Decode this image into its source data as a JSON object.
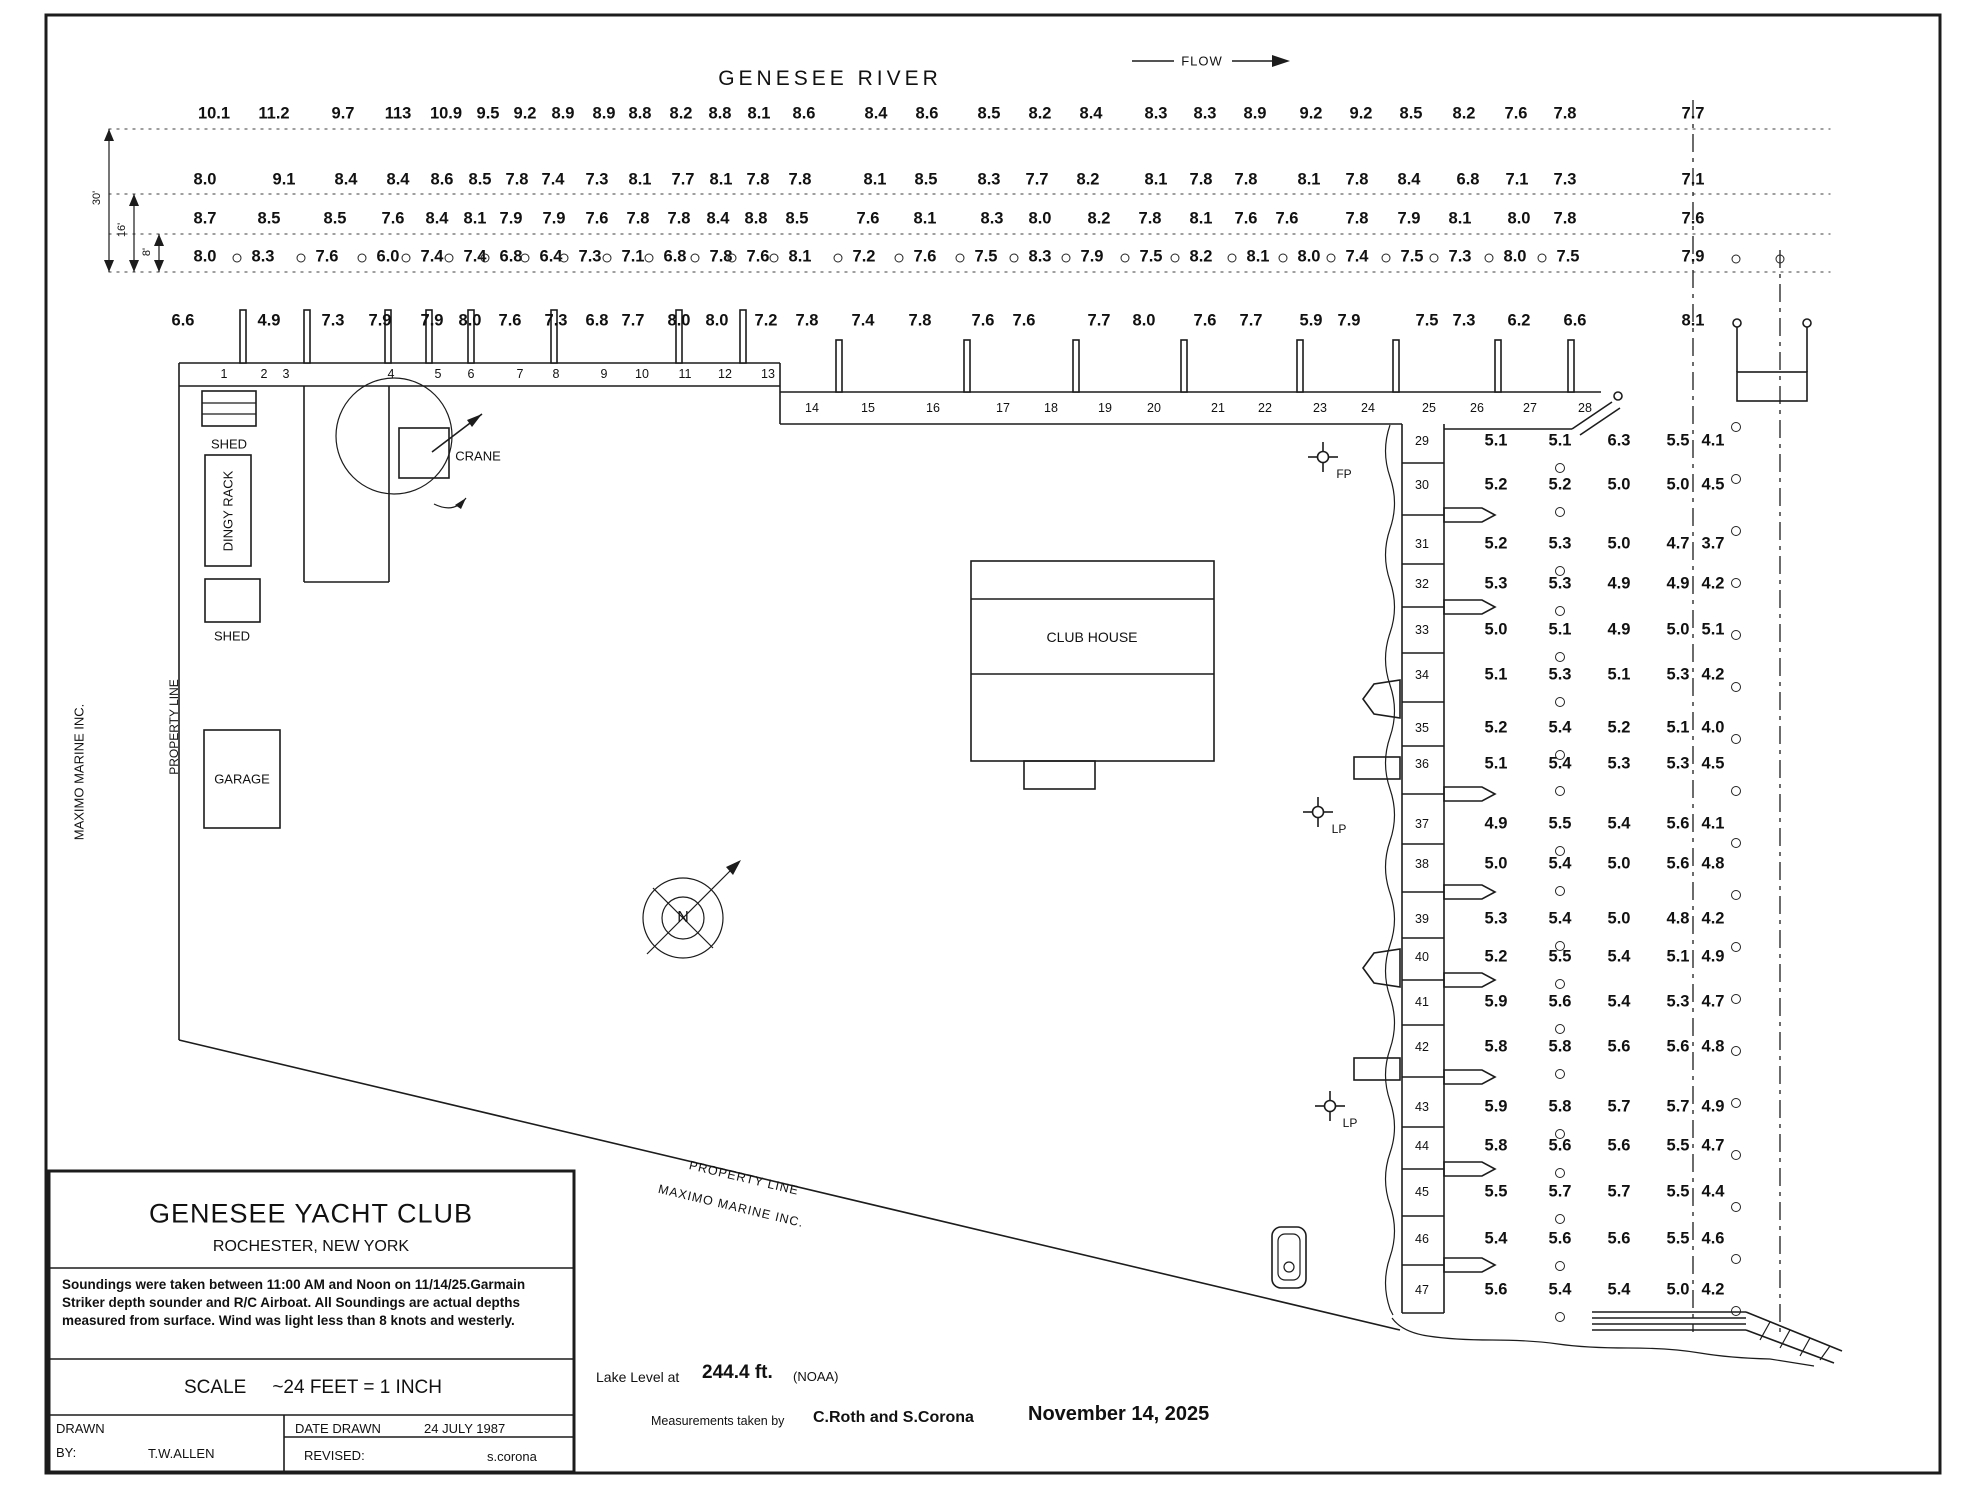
{
  "header": {
    "title": "GENESEE  RIVER",
    "flow": "FLOW"
  },
  "river_soundings": {
    "rows": [
      {
        "values": [
          "10.1",
          "11.2",
          "9.7",
          "113",
          "10.9",
          "9.5",
          "9.2",
          "8.9",
          "8.9",
          "8.8",
          "8.2",
          "8.8",
          "8.1",
          "8.6",
          "8.4",
          "8.6",
          "8.5",
          "8.2",
          "8.4",
          "8.3",
          "8.3",
          "8.9",
          "9.2",
          "9.2",
          "8.5",
          "8.2",
          "7.6",
          "7.8",
          "7.7"
        ]
      },
      {
        "values": [
          "8.0",
          "9.1",
          "8.4",
          "8.4",
          "8.6",
          "8.5",
          "7.8",
          "7.4",
          "7.3",
          "8.1",
          "7.7",
          "8.1",
          "7.8",
          "7.8",
          "8.1",
          "8.5",
          "8.3",
          "7.7",
          "8.2",
          "8.1",
          "7.8",
          "7.8",
          "8.1",
          "7.8",
          "8.4",
          "6.8",
          "7.1",
          "7.3",
          "7.1"
        ]
      },
      {
        "values": [
          "8.7",
          "8.5",
          "8.5",
          "7.6",
          "8.4",
          "8.1",
          "7.9",
          "7.9",
          "7.6",
          "7.8",
          "7.8",
          "8.4",
          "8.8",
          "8.5",
          "7.6",
          "8.1",
          "8.3",
          "8.0",
          "8.2",
          "7.8",
          "8.1",
          "7.6",
          "7.6",
          "7.8",
          "7.9",
          "8.1",
          "8.0",
          "7.8",
          "7.6"
        ]
      },
      {
        "values": [
          "8.0",
          "8.3",
          "7.6",
          "6.0",
          "7.4",
          "7.4",
          "6.8",
          "6.4",
          "7.3",
          "7.1",
          "6.8",
          "7.8",
          "7.6",
          "8.1",
          "7.2",
          "7.6",
          "7.5",
          "8.3",
          "7.9",
          "7.5",
          "8.2",
          "8.1",
          "8.0",
          "7.4",
          "7.5",
          "7.3",
          "8.0",
          "7.5",
          "7.9"
        ]
      },
      {
        "values": [
          "6.6",
          "4.9",
          "7.3",
          "7.9",
          "7.9",
          "8.0",
          "7.6",
          "7.3",
          "6.8",
          "7.7",
          "8.0",
          "8.0",
          "7.2",
          "7.8",
          "7.4",
          "7.8",
          "7.6",
          "7.6",
          "7.7",
          "8.0",
          "7.6",
          "7.7",
          "5.9",
          "7.9",
          "7.5",
          "7.3",
          "6.2",
          "6.6",
          "8.1"
        ]
      }
    ]
  },
  "docks": {
    "slip_numbers": [
      "1",
      "2",
      "3",
      "4",
      "5",
      "6",
      "7",
      "8",
      "9",
      "10",
      "11",
      "12",
      "13",
      "14",
      "15",
      "16",
      "17",
      "18",
      "19",
      "20",
      "21",
      "22",
      "23",
      "24",
      "25",
      "26",
      "27",
      "28"
    ],
    "east_slips": [
      {
        "slip": "29",
        "values": [
          "5.1",
          "5.1",
          "6.3",
          "5.5",
          "4.1"
        ]
      },
      {
        "slip": "30",
        "values": [
          "5.2",
          "5.2",
          "5.0",
          "5.0",
          "4.5"
        ]
      },
      {
        "slip": "31",
        "values": [
          "5.2",
          "5.3",
          "5.0",
          "4.7",
          "3.7"
        ]
      },
      {
        "slip": "32",
        "values": [
          "5.3",
          "5.3",
          "4.9",
          "4.9",
          "4.2"
        ]
      },
      {
        "slip": "33",
        "values": [
          "5.0",
          "5.1",
          "4.9",
          "5.0",
          "5.1"
        ]
      },
      {
        "slip": "34",
        "values": [
          "5.1",
          "5.3",
          "5.1",
          "5.3",
          "4.2"
        ]
      },
      {
        "slip": "35",
        "values": [
          "5.2",
          "5.4",
          "5.2",
          "5.1",
          "4.0"
        ]
      },
      {
        "slip": "36",
        "values": [
          "5.1",
          "5.4",
          "5.3",
          "5.3",
          "4.5"
        ]
      },
      {
        "slip": "37",
        "values": [
          "4.9",
          "5.5",
          "5.4",
          "5.6",
          "4.1"
        ]
      },
      {
        "slip": "38",
        "values": [
          "5.0",
          "5.4",
          "5.0",
          "5.6",
          "4.8"
        ]
      },
      {
        "slip": "39",
        "values": [
          "5.3",
          "5.4",
          "5.0",
          "4.8",
          "4.2"
        ]
      },
      {
        "slip": "40",
        "values": [
          "5.2",
          "5.5",
          "5.4",
          "5.1",
          "4.9"
        ]
      },
      {
        "slip": "41",
        "values": [
          "5.9",
          "5.6",
          "5.4",
          "5.3",
          "4.7"
        ]
      },
      {
        "slip": "42",
        "values": [
          "5.8",
          "5.8",
          "5.6",
          "5.6",
          "4.8"
        ]
      },
      {
        "slip": "43",
        "values": [
          "5.9",
          "5.8",
          "5.7",
          "5.7",
          "4.9"
        ]
      },
      {
        "slip": "44",
        "values": [
          "5.8",
          "5.6",
          "5.6",
          "5.5",
          "4.7"
        ]
      },
      {
        "slip": "45",
        "values": [
          "5.5",
          "5.7",
          "5.7",
          "5.5",
          "4.4"
        ]
      },
      {
        "slip": "46",
        "values": [
          "5.4",
          "5.6",
          "5.6",
          "5.5",
          "4.6"
        ]
      },
      {
        "slip": "47",
        "values": [
          "5.6",
          "5.4",
          "5.4",
          "5.0",
          "4.2"
        ]
      }
    ]
  },
  "markers": {
    "north": "N",
    "fp": "FP",
    "lp1": "LP",
    "lp2": "LP"
  },
  "site_labels": {
    "shed_top": "SHED",
    "dingy_rack": "DINGY RACK",
    "shed_bottom": "SHED",
    "garage": "GARAGE",
    "crane": "CRANE",
    "club_house": "CLUB HOUSE",
    "property_line_west": "PROPERTY LINE",
    "maximo_west": "MAXIMO MARINE INC.",
    "property_line_south": "PROPERTY LINE",
    "maximo_south": "MAXIMO MARINE INC."
  },
  "dimensions": {
    "d1": "30'",
    "d2": "16'",
    "d3": "8'"
  },
  "title_block": {
    "club_name": "GENESEE YACHT CLUB",
    "location": "ROCHESTER, NEW YORK",
    "notes": "Soundings were taken between 11:00 AM and Noon on 11/14/25.Garmain Striker depth sounder and R/C Airboat. All Soundings are actual depths measured from surface. Wind was light less than 8 knots and westerly.",
    "scale_label": "SCALE",
    "scale_value": "~24 FEET = 1 INCH",
    "drawn_label": "DRAWN",
    "by_label": "BY:",
    "drawn_by": "T.W.ALLEN",
    "date_drawn_label": "DATE DRAWN",
    "date_drawn": "24 JULY 1987",
    "revised_label": "REVISED:",
    "revised_by": "s.corona"
  },
  "footer": {
    "lake_level_label": "Lake Level at",
    "lake_level_value": "244.4 ft.",
    "lake_level_source": "(NOAA)",
    "measured_label": "Measurements taken by",
    "measured_by": "C.Roth and S.Corona",
    "measured_date": "November 14, 2025"
  }
}
